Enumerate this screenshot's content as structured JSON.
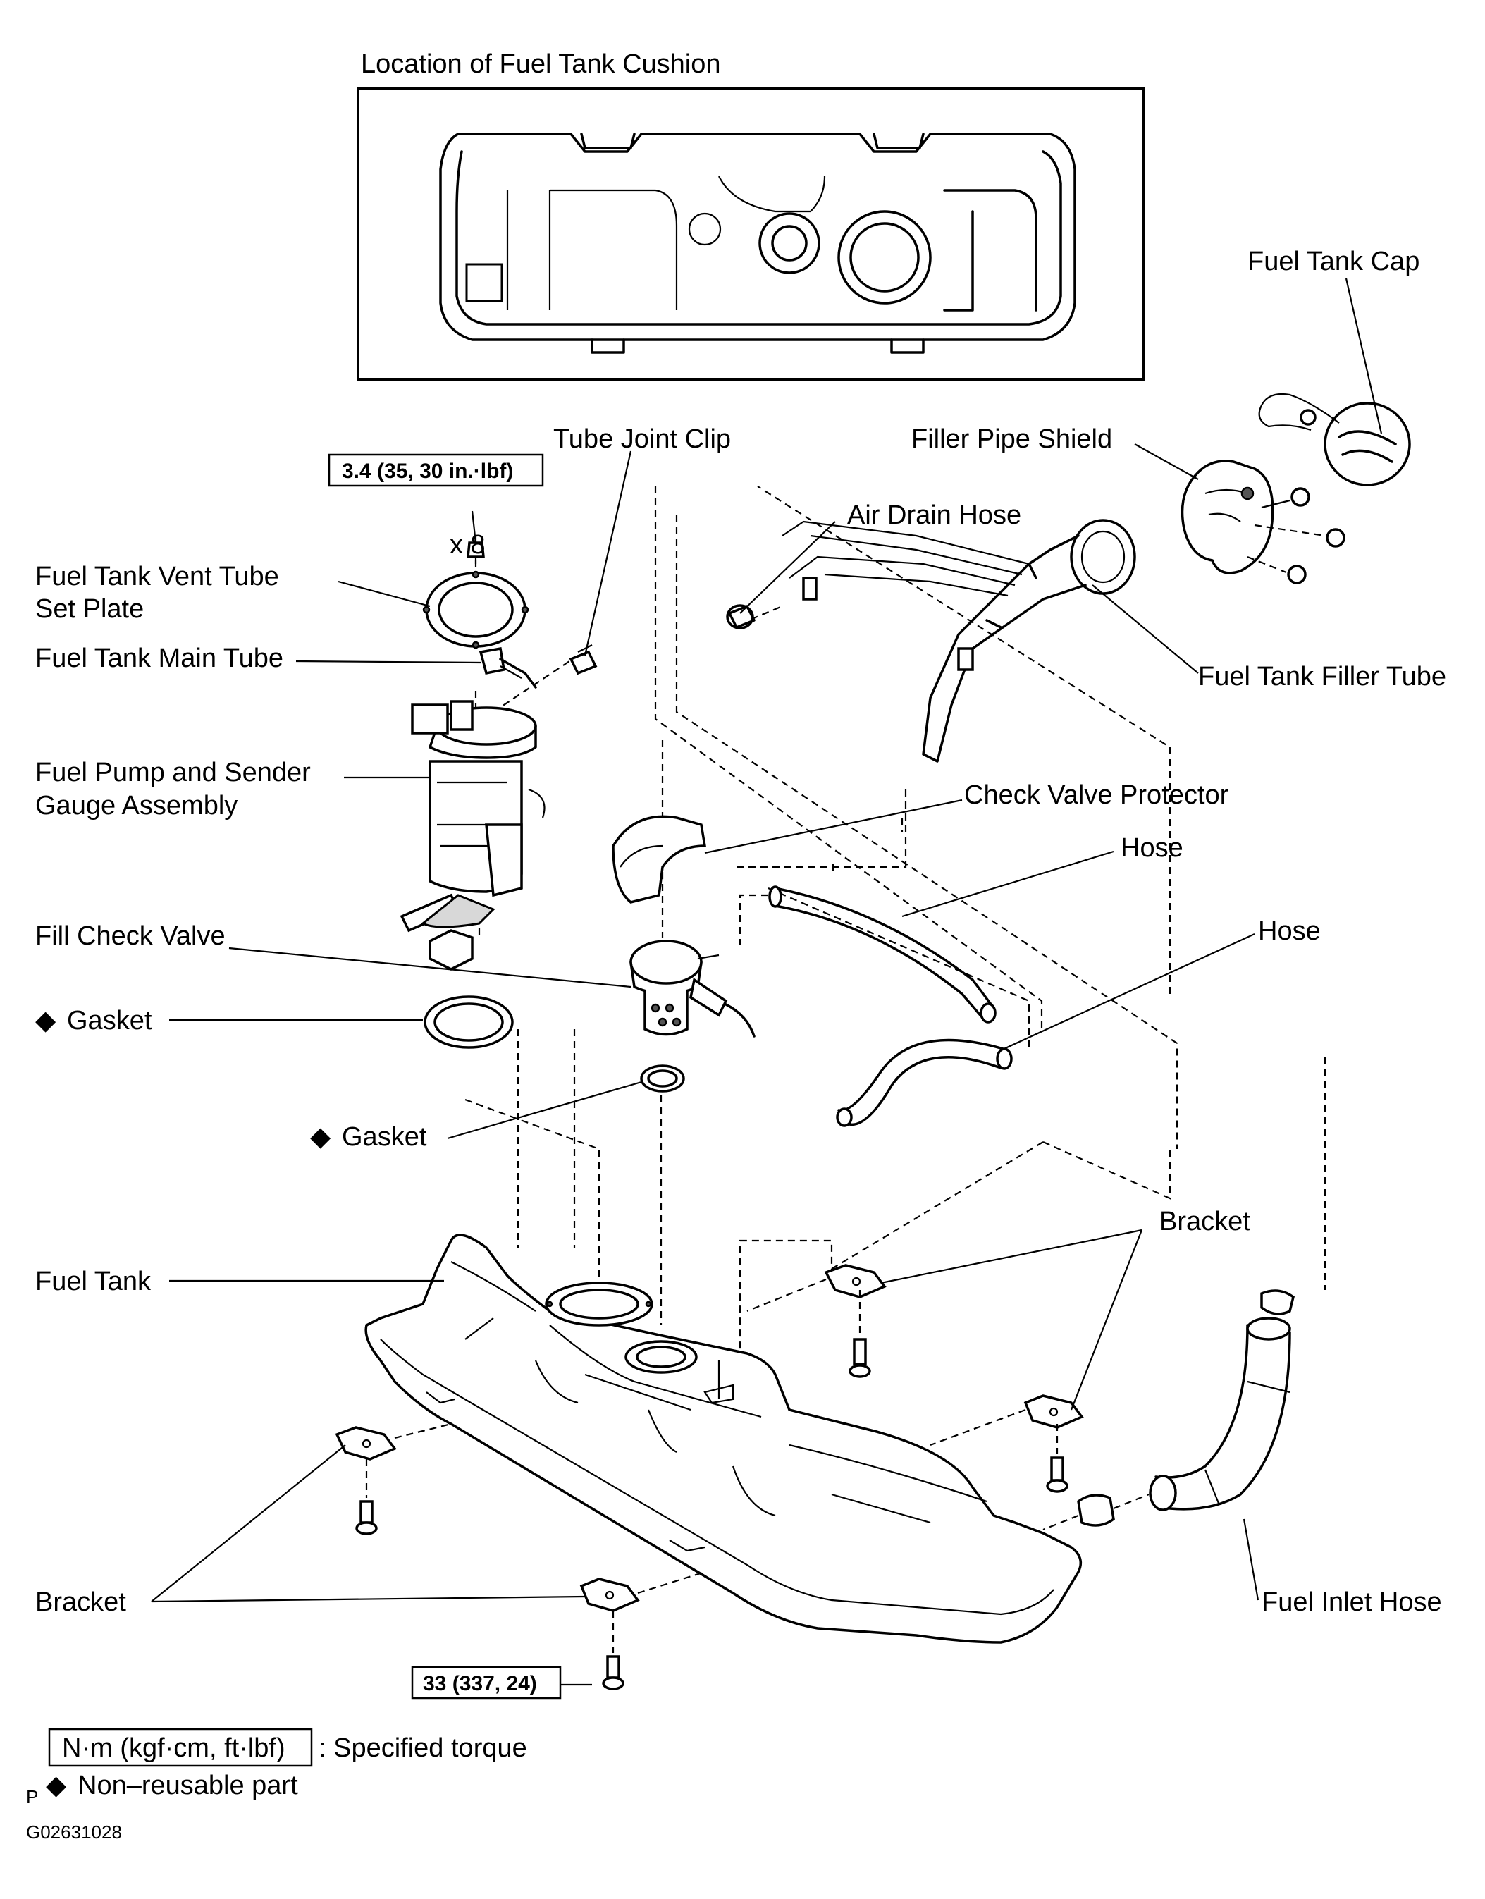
{
  "inset": {
    "title": "Location of Fuel Tank Cushion"
  },
  "labels": {
    "fuel_tank_cap": "Fuel Tank Cap",
    "filler_pipe_shield": "Filler Pipe Shield",
    "tube_joint_clip": "Tube Joint Clip",
    "air_drain_hose": "Air Drain Hose",
    "vent_tube_set_plate_l1": "Fuel Tank Vent Tube",
    "vent_tube_set_plate_l2": "Set Plate",
    "fuel_tank_main_tube": "Fuel Tank Main Tube",
    "fuel_tank_filler_tube": "Fuel Tank Filler Tube",
    "fuel_pump_l1": "Fuel Pump and Sender",
    "fuel_pump_l2": "Gauge Assembly",
    "check_valve_protector": "Check Valve Protector",
    "hose_1": "Hose",
    "hose_2": "Hose",
    "fill_check_valve": "Fill Check Valve",
    "gasket_1": "Gasket",
    "gasket_2": "Gasket",
    "bracket_top": "Bracket",
    "bracket_left": "Bracket",
    "fuel_tank": "Fuel Tank",
    "fuel_inlet_hose": "Fuel Inlet Hose",
    "quantity_x8": "x 8"
  },
  "torque": {
    "plate_screws": "3.4 (35, 30 in.·lbf)",
    "bracket_bolts": "33 (337, 24)"
  },
  "legend": {
    "torque_unit_box": "N·m (kgf·cm, ft·lbf)",
    "torque_unit_text": ": Specified torque",
    "nonreusable_text": "Non–reusable part",
    "diamond_symbol": "◆",
    "p_mark": "P"
  },
  "figure_code": "G02631028"
}
